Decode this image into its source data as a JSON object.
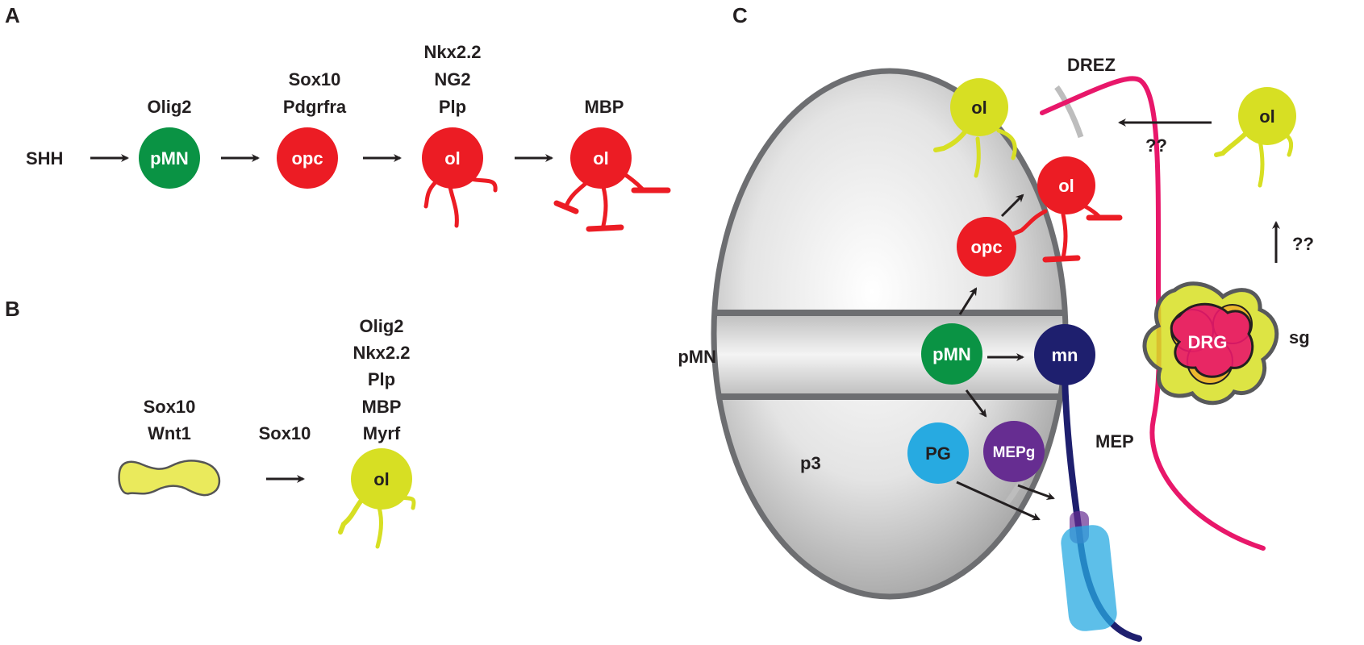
{
  "panels": {
    "a": "A",
    "b": "B",
    "c": "C"
  },
  "panel_a": {
    "shh": "SHH",
    "stage1": {
      "markers": [
        "Olig2"
      ],
      "cell": "pMN"
    },
    "stage2": {
      "markers": [
        "Sox10",
        "Pdgrfra"
      ],
      "cell": "opc"
    },
    "stage3": {
      "markers": [
        "Nkx2.2",
        "NG2",
        "Plp"
      ],
      "cell": "ol"
    },
    "stage4": {
      "markers": [
        "MBP"
      ],
      "cell": "ol"
    }
  },
  "panel_b": {
    "source_markers": [
      "Sox10",
      "Wnt1"
    ],
    "arrow_label": "Sox10",
    "target_markers": [
      "Olig2",
      "Nkx2.2",
      "Plp",
      "MBP",
      "Myrf"
    ],
    "target_cell": "ol"
  },
  "panel_c": {
    "drez": "DREZ",
    "question1": "??",
    "question2": "??",
    "sg": "sg",
    "drg": "DRG",
    "pmn_domain": "pMN",
    "p3_domain": "p3",
    "mep": "MEP",
    "cells": {
      "ol_top": "ol",
      "ol_outside": "ol",
      "ol_red": "ol",
      "opc": "opc",
      "pmn": "pMN",
      "mn": "mn",
      "pg": "PG",
      "mepg": "MEPg"
    }
  },
  "colors": {
    "green": "#0a9344",
    "red": "#ec1c24",
    "yellow": "#d7df23",
    "pale_yellow": "#eaea5c",
    "navy": "#1e1f6e",
    "blue": "#27aae1",
    "purple": "#662d91",
    "magenta": "#e8176a"
  }
}
